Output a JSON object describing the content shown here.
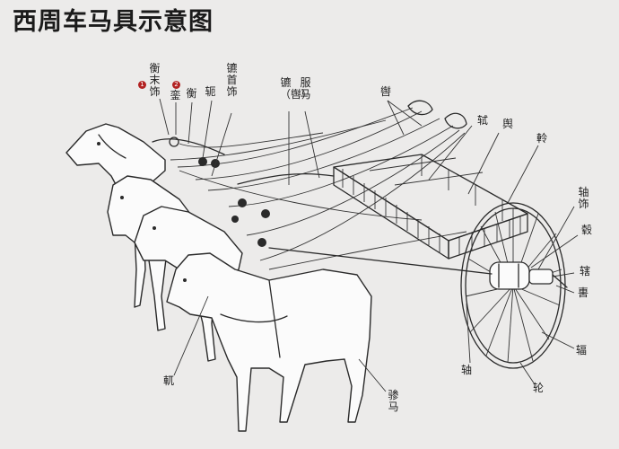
{
  "title": "西周车马具示意图",
  "labels": {
    "xian_mu_shi": "衡末饰",
    "luan": "銮",
    "heng": "衡",
    "e": "轭",
    "bi_shou_shi": "镳首饰",
    "fu_ma": "服马",
    "bi_chong": "镳（辔）",
    "pei": "辔",
    "shi": "轼",
    "yu": "舆",
    "ling": "軨",
    "zhou_shi": "轴饰",
    "gu": "毂",
    "xia": "辖",
    "wei": "軎",
    "fu_spoke": "辐",
    "zhou_axle": "轴",
    "lun": "轮",
    "yue": "軏",
    "can_ma": "骖马"
  },
  "markers": {
    "one": "1",
    "two": "2"
  }
}
